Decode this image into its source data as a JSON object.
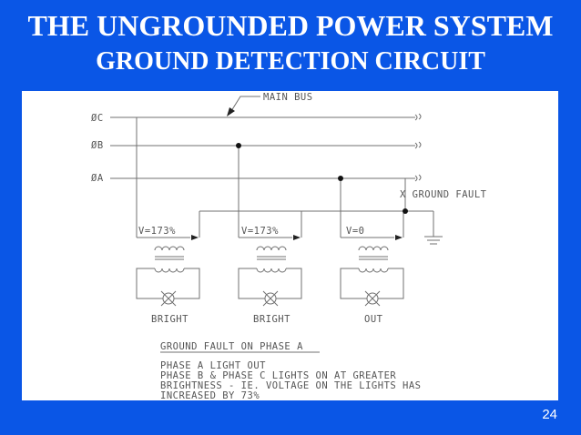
{
  "title_line1": "THE UNGROUNDED POWER SYSTEM",
  "title_line2": "GROUND DETECTION CIRCUIT",
  "slide_number": "24",
  "diagram": {
    "main_bus_label": "MAIN BUS",
    "phase_c_label": "ØC",
    "phase_b_label": "ØB",
    "phase_a_label": "ØA",
    "ground_fault_label": "X GROUND FAULT",
    "meters": [
      {
        "voltage": "V=173%",
        "status": "BRIGHT"
      },
      {
        "voltage": "V=173%",
        "status": "BRIGHT"
      },
      {
        "voltage": "V=0",
        "status": "OUT"
      }
    ],
    "notes_heading": "GROUND FAULT ON PHASE A",
    "notes_lines": [
      "PHASE A LIGHT OUT",
      "PHASE B & PHASE C LIGHTS ON AT GREATER",
      "BRIGHTNESS - IE. VOLTAGE ON THE LIGHTS HAS",
      "INCREASED BY 73%"
    ]
  }
}
